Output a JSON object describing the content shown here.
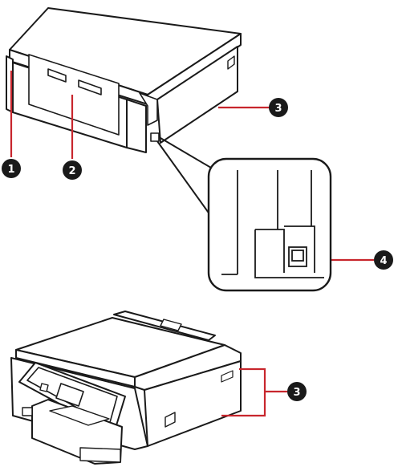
{
  "callouts": [
    {
      "id": "c1",
      "label": "1"
    },
    {
      "id": "c2",
      "label": "2"
    },
    {
      "id": "c3a",
      "label": "3"
    },
    {
      "id": "c4",
      "label": "4"
    },
    {
      "id": "c3b",
      "label": "3"
    }
  ],
  "colors": {
    "outline": "#1a1a1a",
    "leader_red": "#c8262d",
    "callout_fill": "#1a1a1a",
    "printer_body": "#ffffff"
  }
}
